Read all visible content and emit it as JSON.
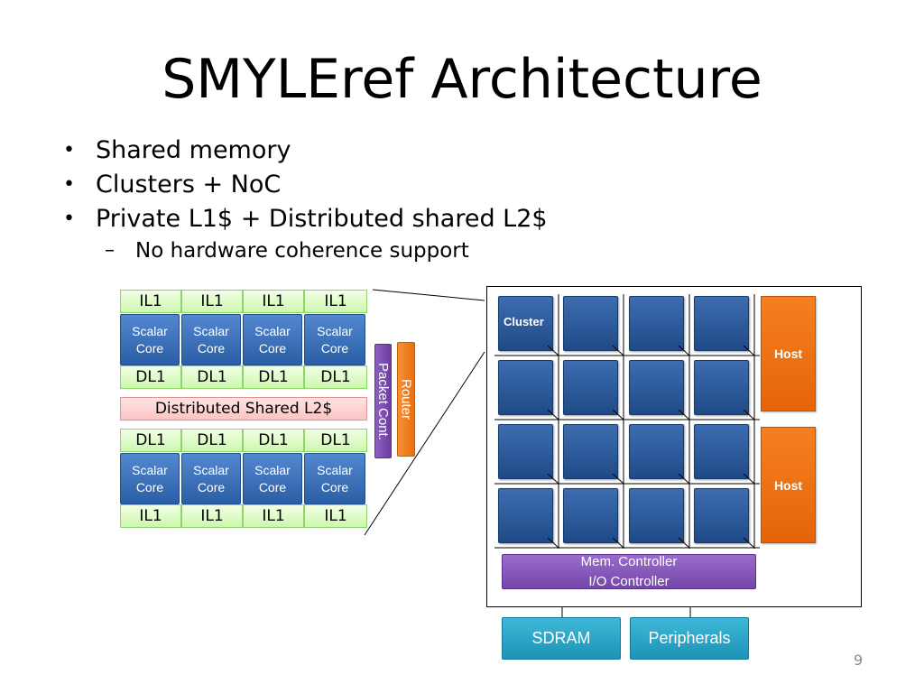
{
  "slide": {
    "title": "SMYLEref Architecture",
    "bullets": [
      {
        "text": "Shared memory",
        "level": 1
      },
      {
        "text": "Clusters + NoC",
        "level": 1
      },
      {
        "text": "Private L1$ + Distributed shared L2$",
        "level": 1
      },
      {
        "text": "No hardware coherence support",
        "level": 2
      }
    ],
    "bullet_marks": {
      "level1": "•",
      "level2": "–"
    },
    "page_number": "9"
  },
  "cluster_detail": {
    "top_il1": [
      "IL1",
      "IL1",
      "IL1",
      "IL1"
    ],
    "top_cores": [
      {
        "line1": "Scalar",
        "line2": "Core"
      },
      {
        "line1": "Scalar",
        "line2": "Core"
      },
      {
        "line1": "Scalar",
        "line2": "Core"
      },
      {
        "line1": "Scalar",
        "line2": "Core"
      }
    ],
    "top_dl1": [
      "DL1",
      "DL1",
      "DL1",
      "DL1"
    ],
    "l2": "Distributed Shared L2$",
    "bottom_dl1": [
      "DL1",
      "DL1",
      "DL1",
      "DL1"
    ],
    "bottom_cores": [
      {
        "line1": "Scalar",
        "line2": "Core"
      },
      {
        "line1": "Scalar",
        "line2": "Core"
      },
      {
        "line1": "Scalar",
        "line2": "Core"
      },
      {
        "line1": "Scalar",
        "line2": "Core"
      }
    ],
    "bottom_il1": [
      "IL1",
      "IL1",
      "IL1",
      "IL1"
    ],
    "packet_controller": "Packet Cont.",
    "router": "Router"
  },
  "chip": {
    "cluster_label": "Cluster",
    "grid_rows": 4,
    "grid_cols": 4,
    "hosts": [
      "Host",
      "Host"
    ],
    "memory_controller": {
      "line1": "Mem. Controller",
      "line2": "I/O Controller"
    },
    "external": [
      "SDRAM",
      "Peripherals"
    ]
  },
  "colors": {
    "cluster_blue": "#2a5ea5",
    "host_orange": "#f07318",
    "controller_purple": "#8558b8",
    "external_cyan": "#27a6c9",
    "cache_green": "#cdf7ad",
    "l2_pink": "#fbc4c4"
  }
}
